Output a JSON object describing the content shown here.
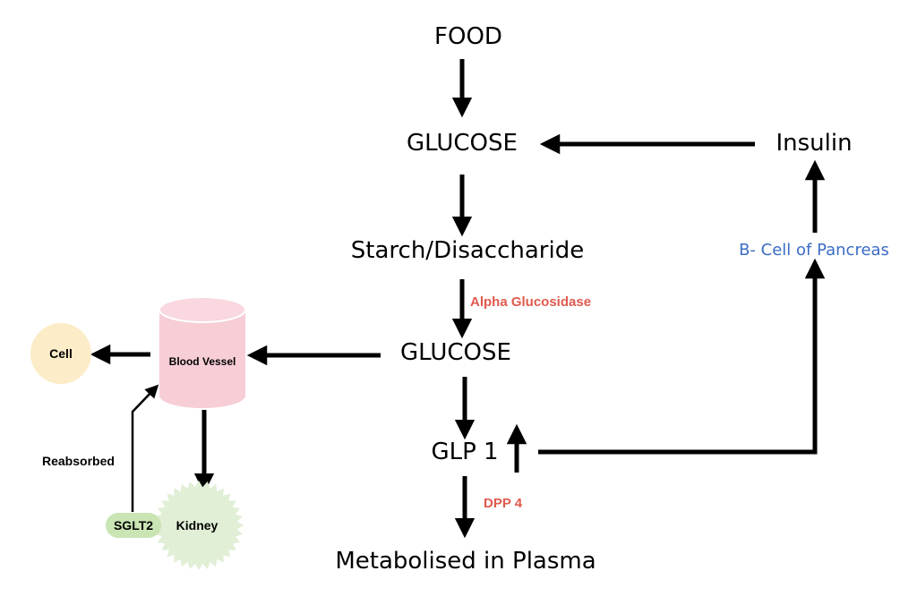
{
  "nodes": {
    "food": "FOOD",
    "glucose_top": "GLUCOSE",
    "insulin": "Insulin",
    "starch": "Starch/Disaccharide",
    "glucose_mid": "GLUCOSE",
    "glp1": "GLP 1",
    "metabolised": "Metabolised in Plasma",
    "beta_cell": "B- Cell of Pancreas",
    "blood_vessel": "Blood Vessel",
    "cell": "Cell",
    "kidney": "Kidney",
    "sglt2": "SGLT2",
    "reabsorbed": "Reabsorbed"
  },
  "enzymes": {
    "alpha_glucosidase": "Alpha Glucosidase",
    "dpp4": "DPP 4"
  },
  "colors": {
    "enzyme_red": "#e05a4e",
    "pancreas_blue": "#3b6cc4",
    "cell_fill": "#fcecc8",
    "vessel_fill": "#f7cdd6",
    "kidney_fill": "#e1efd6",
    "sglt2_fill": "#c9e5b4"
  }
}
